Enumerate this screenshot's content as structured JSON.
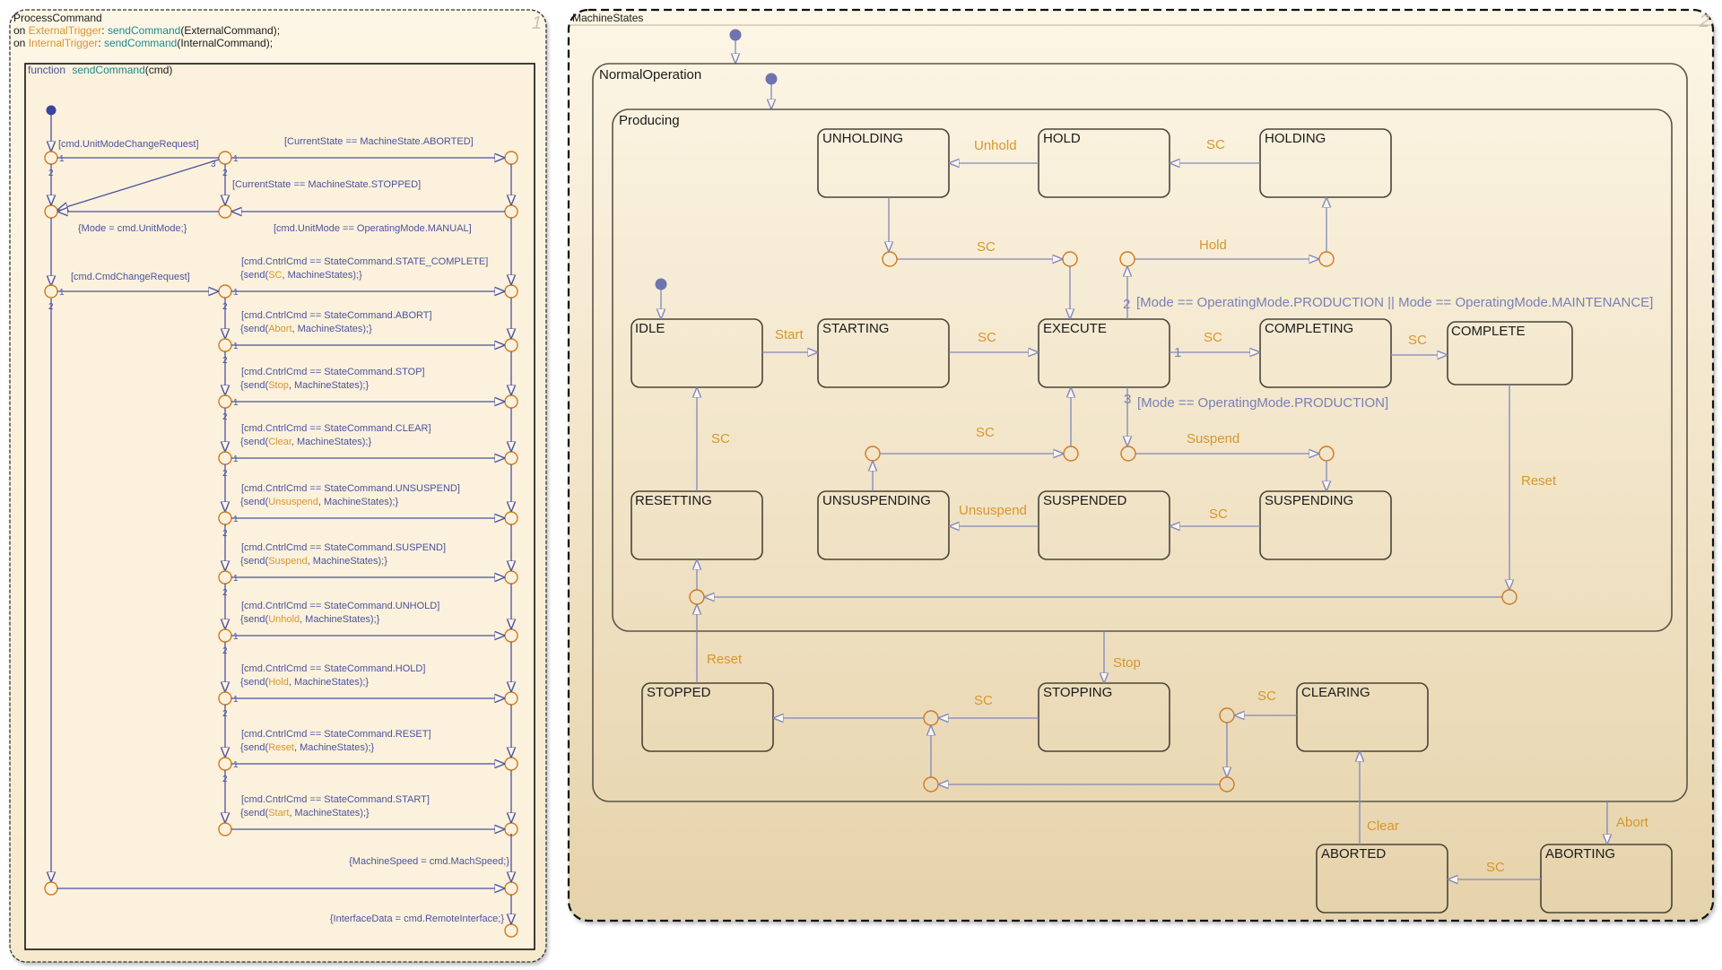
{
  "process_command": {
    "title": "ProcessCommand",
    "index": "1",
    "events": [
      {
        "prefix": "on ",
        "event": "ExternalTrigger",
        "sep": ": ",
        "fn": "sendCommand",
        "arg": "(ExternalCommand);"
      },
      {
        "prefix": "on ",
        "event": "InternalTrigger",
        "sep": ": ",
        "fn": "sendCommand",
        "arg": "(InternalCommand);"
      }
    ],
    "function": {
      "keyword": "function",
      "name": "sendCommand",
      "args": "(cmd)"
    },
    "labels": {
      "unit_mode_change": "[cmd.UnitModeChangeRequest]",
      "aborted_check": "[CurrentState == MachineState.ABORTED]",
      "stopped_check": "[CurrentState == MachineState.STOPPED]",
      "mode_assign": "{Mode = cmd.UnitMode;}",
      "manual_check": "[cmd.UnitMode == OperatingMode.MANUAL]",
      "cmd_change": "[cmd.CmdChangeRequest]",
      "machine_speed": "{MachineSpeed = cmd.MachSpeed;}",
      "interface_data": "{InterfaceData = cmd.RemoteInterface;}"
    },
    "commands": [
      {
        "guard": "[cmd.CntrlCmd == StateCommand.STATE_COMPLETE]",
        "event": "SC"
      },
      {
        "guard": "[cmd.CntrlCmd == StateCommand.ABORT]",
        "event": "Abort"
      },
      {
        "guard": "[cmd.CntrlCmd == StateCommand.STOP]",
        "event": "Stop"
      },
      {
        "guard": "[cmd.CntrlCmd == StateCommand.CLEAR]",
        "event": "Clear"
      },
      {
        "guard": "[cmd.CntrlCmd == StateCommand.UNSUSPEND]",
        "event": "Unsuspend"
      },
      {
        "guard": "[cmd.CntrlCmd == StateCommand.SUSPEND]",
        "event": "Suspend"
      },
      {
        "guard": "[cmd.CntrlCmd == StateCommand.UNHOLD]",
        "event": "Unhold"
      },
      {
        "guard": "[cmd.CntrlCmd == StateCommand.HOLD]",
        "event": "Hold"
      },
      {
        "guard": "[cmd.CntrlCmd == StateCommand.RESET]",
        "event": "Reset"
      },
      {
        "guard": "[cmd.CntrlCmd == StateCommand.START]",
        "event": "Start"
      }
    ],
    "send_prefix": "{send(",
    "send_suffix": ", MachineStates);}",
    "priority_labels": {
      "one": "1",
      "two": "2",
      "three": "3"
    }
  },
  "machine_states": {
    "title": "MachineStates",
    "index": "2",
    "normal_operation": "NormalOperation",
    "producing": "Producing",
    "states": {
      "unholding": "UNHOLDING",
      "hold": "HOLD",
      "holding": "HOLDING",
      "idle": "IDLE",
      "starting": "STARTING",
      "execute": "EXECUTE",
      "completing": "COMPLETING",
      "complete": "COMPLETE",
      "resetting": "RESETTING",
      "unsuspending": "UNSUSPENDING",
      "suspended": "SUSPENDED",
      "suspending": "SUSPENDING",
      "stopped": "STOPPED",
      "stopping": "STOPPING",
      "clearing": "CLEARING",
      "aborted": "ABORTED",
      "aborting": "ABORTING"
    },
    "transitions": {
      "unhold": "Unhold",
      "sc": "SC",
      "hold": "Hold",
      "start": "Start",
      "suspend": "Suspend",
      "unsuspend": "Unsuspend",
      "reset": "Reset",
      "stop": "Stop",
      "clear": "Clear",
      "abort": "Abort",
      "guard_prod_maint": "[Mode == OperatingMode.PRODUCTION || Mode == OperatingMode.MAINTENANCE]",
      "guard_prod": "[Mode == OperatingMode.PRODUCTION]",
      "prio_1": "1",
      "prio_2": "2",
      "prio_3": "3"
    }
  }
}
